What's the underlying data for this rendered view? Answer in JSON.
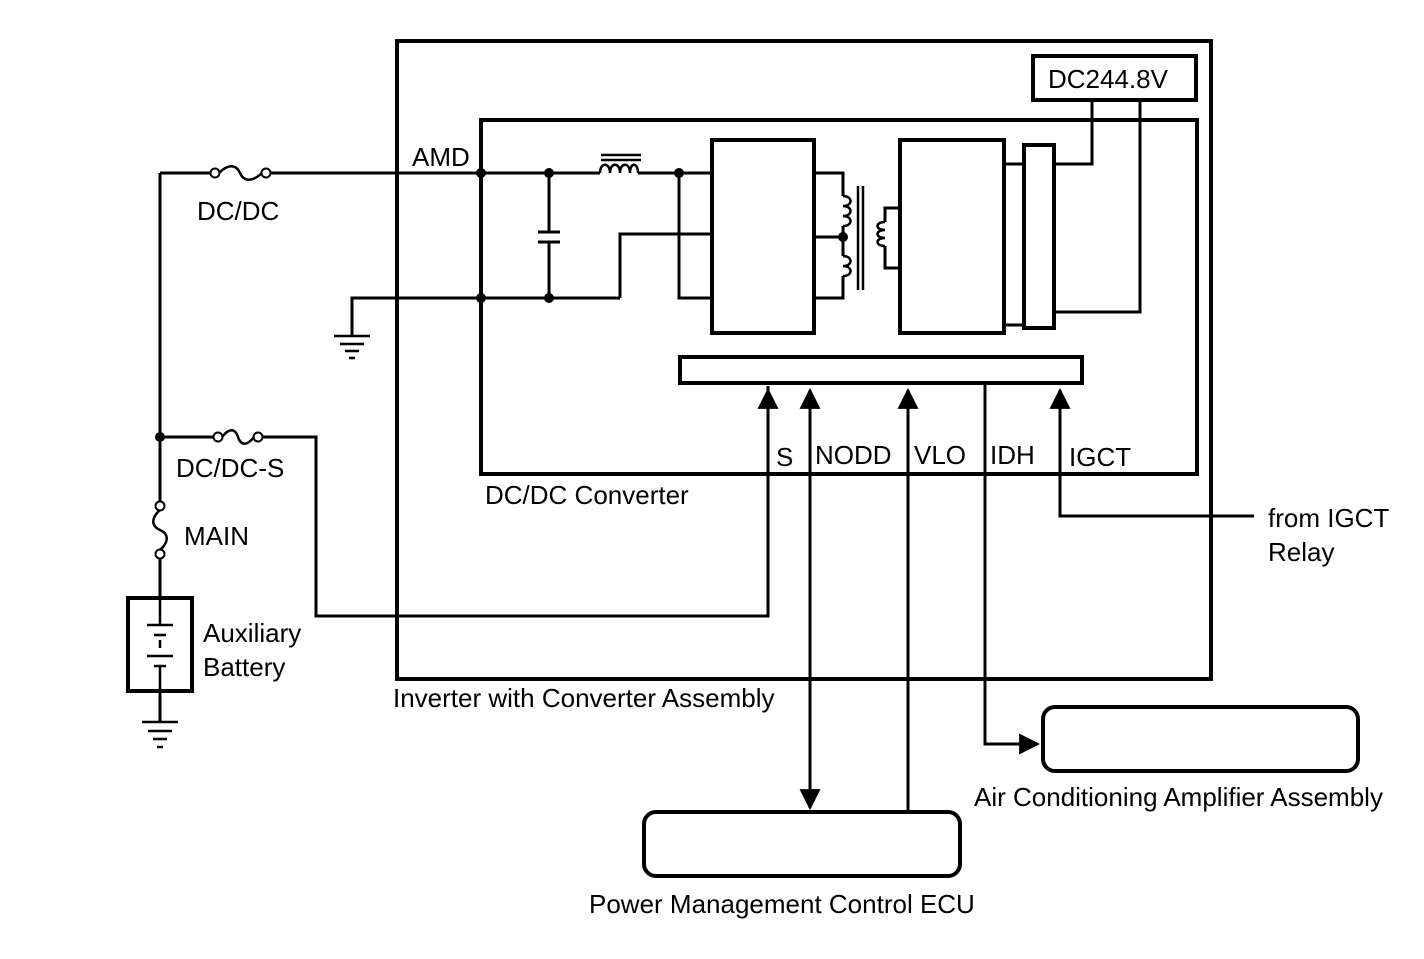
{
  "labels": {
    "amd": "AMD",
    "dcdc_fuse": "DC/DC",
    "dcdc_s_fuse": "DC/DC-S",
    "main_fuse": "MAIN",
    "aux_battery_line1": "Auxiliary",
    "aux_battery_line2": "Battery",
    "dc_voltage": "DC244.8V",
    "dcdc_converter": "DC/DC Converter",
    "inverter_assembly": "Inverter with Converter Assembly",
    "pin_s": "S",
    "pin_nodd": "NODD",
    "pin_vlo": "VLO",
    "pin_idh": "IDH",
    "pin_igct": "IGCT",
    "from_igct_line1": "from IGCT",
    "from_igct_line2": "Relay",
    "ac_amplifier": "Air Conditioning Amplifier Assembly",
    "pm_ecu": "Power Management Control ECU"
  },
  "colors": {
    "line": "#000000",
    "background": "#ffffff"
  }
}
